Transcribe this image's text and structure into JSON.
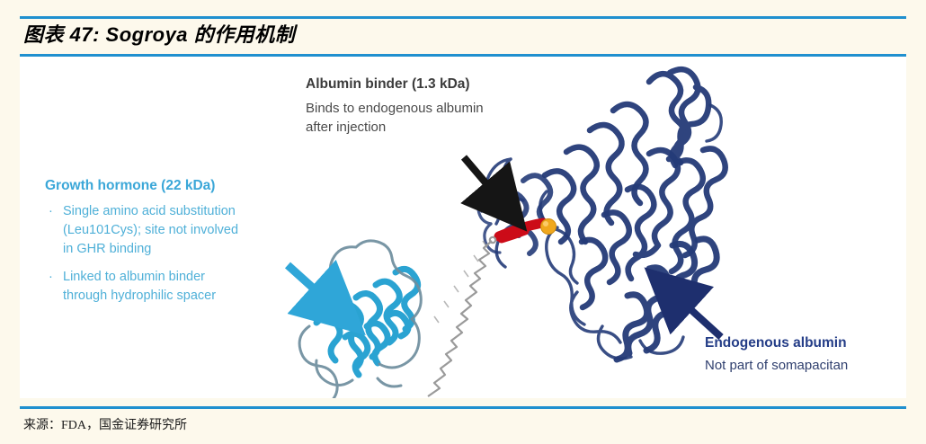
{
  "header": {
    "title": "图表 47: Sogroya 的作用机制",
    "rule_color": "#2090cf"
  },
  "footer": {
    "source": "来源：FDA，国金证券研究所"
  },
  "figure": {
    "background": "#ffffff",
    "callouts": {
      "albumin_binder": {
        "title": "Albumin binder (1.3 kDa)",
        "line1": "Binds to endogenous albumin",
        "line2": "after injection",
        "color": "#3b3b3b"
      },
      "growth_hormone": {
        "title": "Growth hormone (22 kDa)",
        "color": "#3ba7d8",
        "bullets": [
          {
            "line1": "Single amino acid substitution",
            "line2": "(Leu101Cys); site not involved",
            "line3": "in GHR binding"
          },
          {
            "line1": "Linked to albumin binder",
            "line2": "through hydrophilic spacer",
            "line3": ""
          }
        ],
        "bullet_glyph": "·"
      },
      "endogenous_albumin": {
        "title": "Endogenous albumin",
        "line1": "Not part of somapacitan",
        "color": "#243d87"
      }
    },
    "structures": {
      "albumin_ribbon_color": "#243b78",
      "albumin_binder_color": "#cc0b18",
      "cysteine_marker_color": "#f0a81e",
      "growth_hormone_color": "#1f9fd0",
      "spacer_color": "#9a9a9a",
      "arrow_black": "#151515",
      "arrow_cyan": "#2fa6d8",
      "arrow_navy": "#1e2f6e"
    }
  }
}
